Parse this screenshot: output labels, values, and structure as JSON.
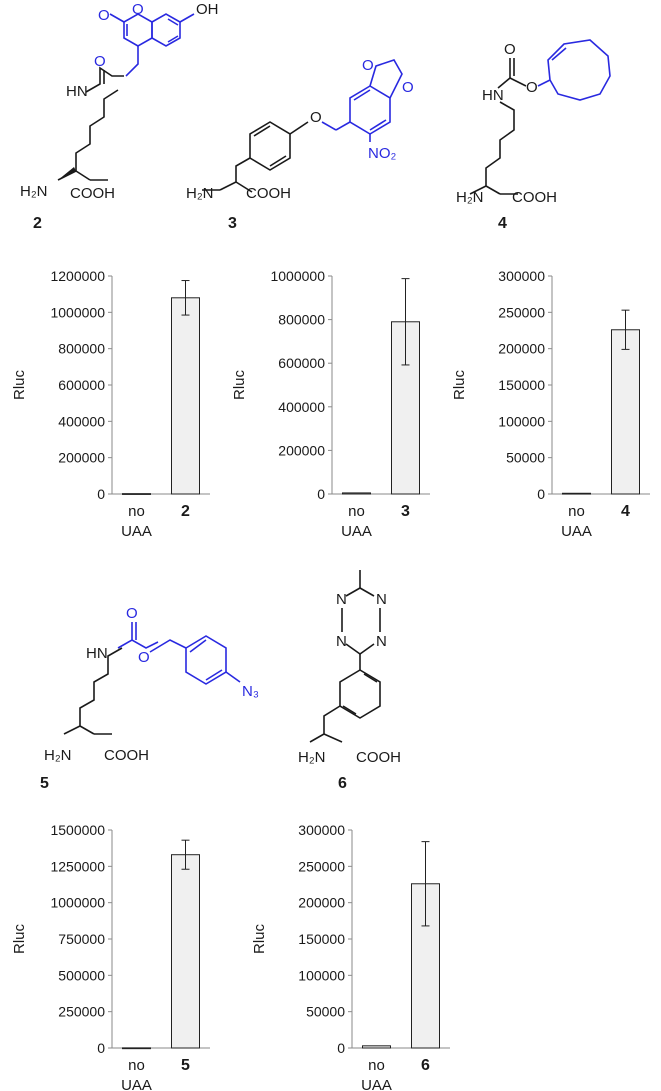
{
  "compounds": [
    {
      "number": "2"
    },
    {
      "number": "3"
    },
    {
      "number": "4"
    },
    {
      "number": "5"
    },
    {
      "number": "6"
    }
  ],
  "atoms": {
    "O": "O",
    "OH": "OH",
    "HN": "HN",
    "H2N": "H₂N",
    "COOH": "COOH",
    "NO2": "NO₂",
    "N3": "N₃",
    "N": "N"
  },
  "colors": {
    "bar": "#f0f0f0",
    "bar_stroke": "#222222",
    "highlight": "#2929e0",
    "axis": "#8a8a8a"
  },
  "chart_data": [
    {
      "type": "bar",
      "categories": [
        "no\nUAA",
        "2"
      ],
      "values": [
        2000,
        1080000
      ],
      "errors": [
        0,
        95000
      ],
      "xlabel": "",
      "ylabel": "Rluc",
      "ylim": [
        0,
        1200000
      ],
      "yticks": [
        0,
        200000,
        400000,
        600000,
        800000,
        1000000,
        1200000
      ],
      "ytick_labels": [
        "0",
        "200000",
        "400000",
        "600000",
        "800000",
        "1000000",
        "1200000"
      ],
      "grid": false
    },
    {
      "type": "bar",
      "categories": [
        "no\nUAA",
        "3"
      ],
      "values": [
        5000,
        790000
      ],
      "errors": [
        0,
        198000
      ],
      "xlabel": "",
      "ylabel": "Rluc",
      "ylim": [
        0,
        1000000
      ],
      "yticks": [
        0,
        200000,
        400000,
        600000,
        800000,
        1000000
      ],
      "ytick_labels": [
        "0",
        "200000",
        "400000",
        "600000",
        "800000",
        "1000000"
      ],
      "grid": false
    },
    {
      "type": "bar",
      "categories": [
        "no\nUAA",
        "4"
      ],
      "values": [
        1000,
        226000
      ],
      "errors": [
        0,
        27000
      ],
      "xlabel": "",
      "ylabel": "Rluc",
      "ylim": [
        0,
        300000
      ],
      "yticks": [
        0,
        50000,
        100000,
        150000,
        200000,
        250000,
        300000
      ],
      "ytick_labels": [
        "0",
        "50000",
        "100000",
        "150000",
        "200000",
        "250000",
        "300000"
      ],
      "grid": false
    },
    {
      "type": "bar",
      "categories": [
        "no\nUAA",
        "5"
      ],
      "values": [
        1000,
        1330000
      ],
      "errors": [
        0,
        100000
      ],
      "xlabel": "",
      "ylabel": "Rluc",
      "ylim": [
        0,
        1500000
      ],
      "yticks": [
        0,
        250000,
        500000,
        750000,
        1000000,
        1250000,
        1500000
      ],
      "ytick_labels": [
        "0",
        "250000",
        "500000",
        "750000",
        "1000000",
        "1250000",
        "1500000"
      ],
      "grid": false
    },
    {
      "type": "bar",
      "categories": [
        "no\nUAA",
        "6"
      ],
      "values": [
        3000,
        226000
      ],
      "errors": [
        0,
        58000
      ],
      "xlabel": "",
      "ylabel": "Rluc",
      "ylim": [
        0,
        300000
      ],
      "yticks": [
        0,
        50000,
        100000,
        150000,
        200000,
        250000,
        300000
      ],
      "ytick_labels": [
        "0",
        "50000",
        "100000",
        "150000",
        "200000",
        "250000",
        "300000"
      ],
      "grid": false
    }
  ]
}
